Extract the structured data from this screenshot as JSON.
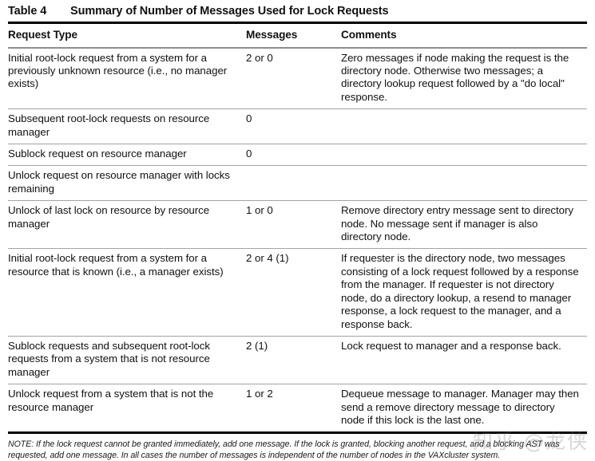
{
  "caption": {
    "number": "Table 4",
    "title": "Summary of Number of Messages Used for Lock Requests"
  },
  "columns": {
    "request_type": "Request Type",
    "messages": "Messages",
    "comments": "Comments"
  },
  "rows": [
    {
      "request_type": "Initial root-lock request from a system for a previously unknown resource (i.e., no manager exists)",
      "messages": "2 or 0",
      "comments": "Zero messages if node making the request is the directory node. Otherwise two messages; a directory lookup request followed by a \"do local\" response."
    },
    {
      "request_type": "Subsequent root-lock requests on resource manager",
      "messages": "0",
      "comments": ""
    },
    {
      "request_type": "Sublock request on resource manager",
      "messages": "0",
      "comments": ""
    },
    {
      "request_type": "Unlock request on resource manager with locks remaining",
      "messages": "",
      "comments": ""
    },
    {
      "request_type": "Unlock of last lock on resource by resource manager",
      "messages": "1 or 0",
      "comments": "Remove directory entry message sent to directory node. No message sent if manager is also directory node."
    },
    {
      "request_type": "Initial root-lock request from a system for a resource that is known (i.e., a manager exists)",
      "messages": "2 or 4 (1)",
      "comments": "If requester is the directory node, two messages consisting of a lock request followed by a response from the manager. If requester is not directory node, do a directory lookup, a resend to manager response, a lock request to the manager, and a response back."
    },
    {
      "request_type": "Sublock requests and subsequent root-lock requests from a system that is not resource manager",
      "messages": "2 (1)",
      "comments": "Lock request to manager and a response back."
    },
    {
      "request_type": "Unlock request from a system that is not the resource manager",
      "messages": "1 or 2",
      "comments": "Dequeue message to manager. Manager may then send a remove directory message to directory node if this lock is the last one."
    }
  ],
  "note": "NOTE: If the lock request cannot be granted immediately, add one message. If the lock is granted, blocking another request, and a blocking AST was requested, add one message. In all cases the number of messages is independent of the number of nodes in the VAXcluster system.",
  "watermark": "知乎 @龙侠"
}
